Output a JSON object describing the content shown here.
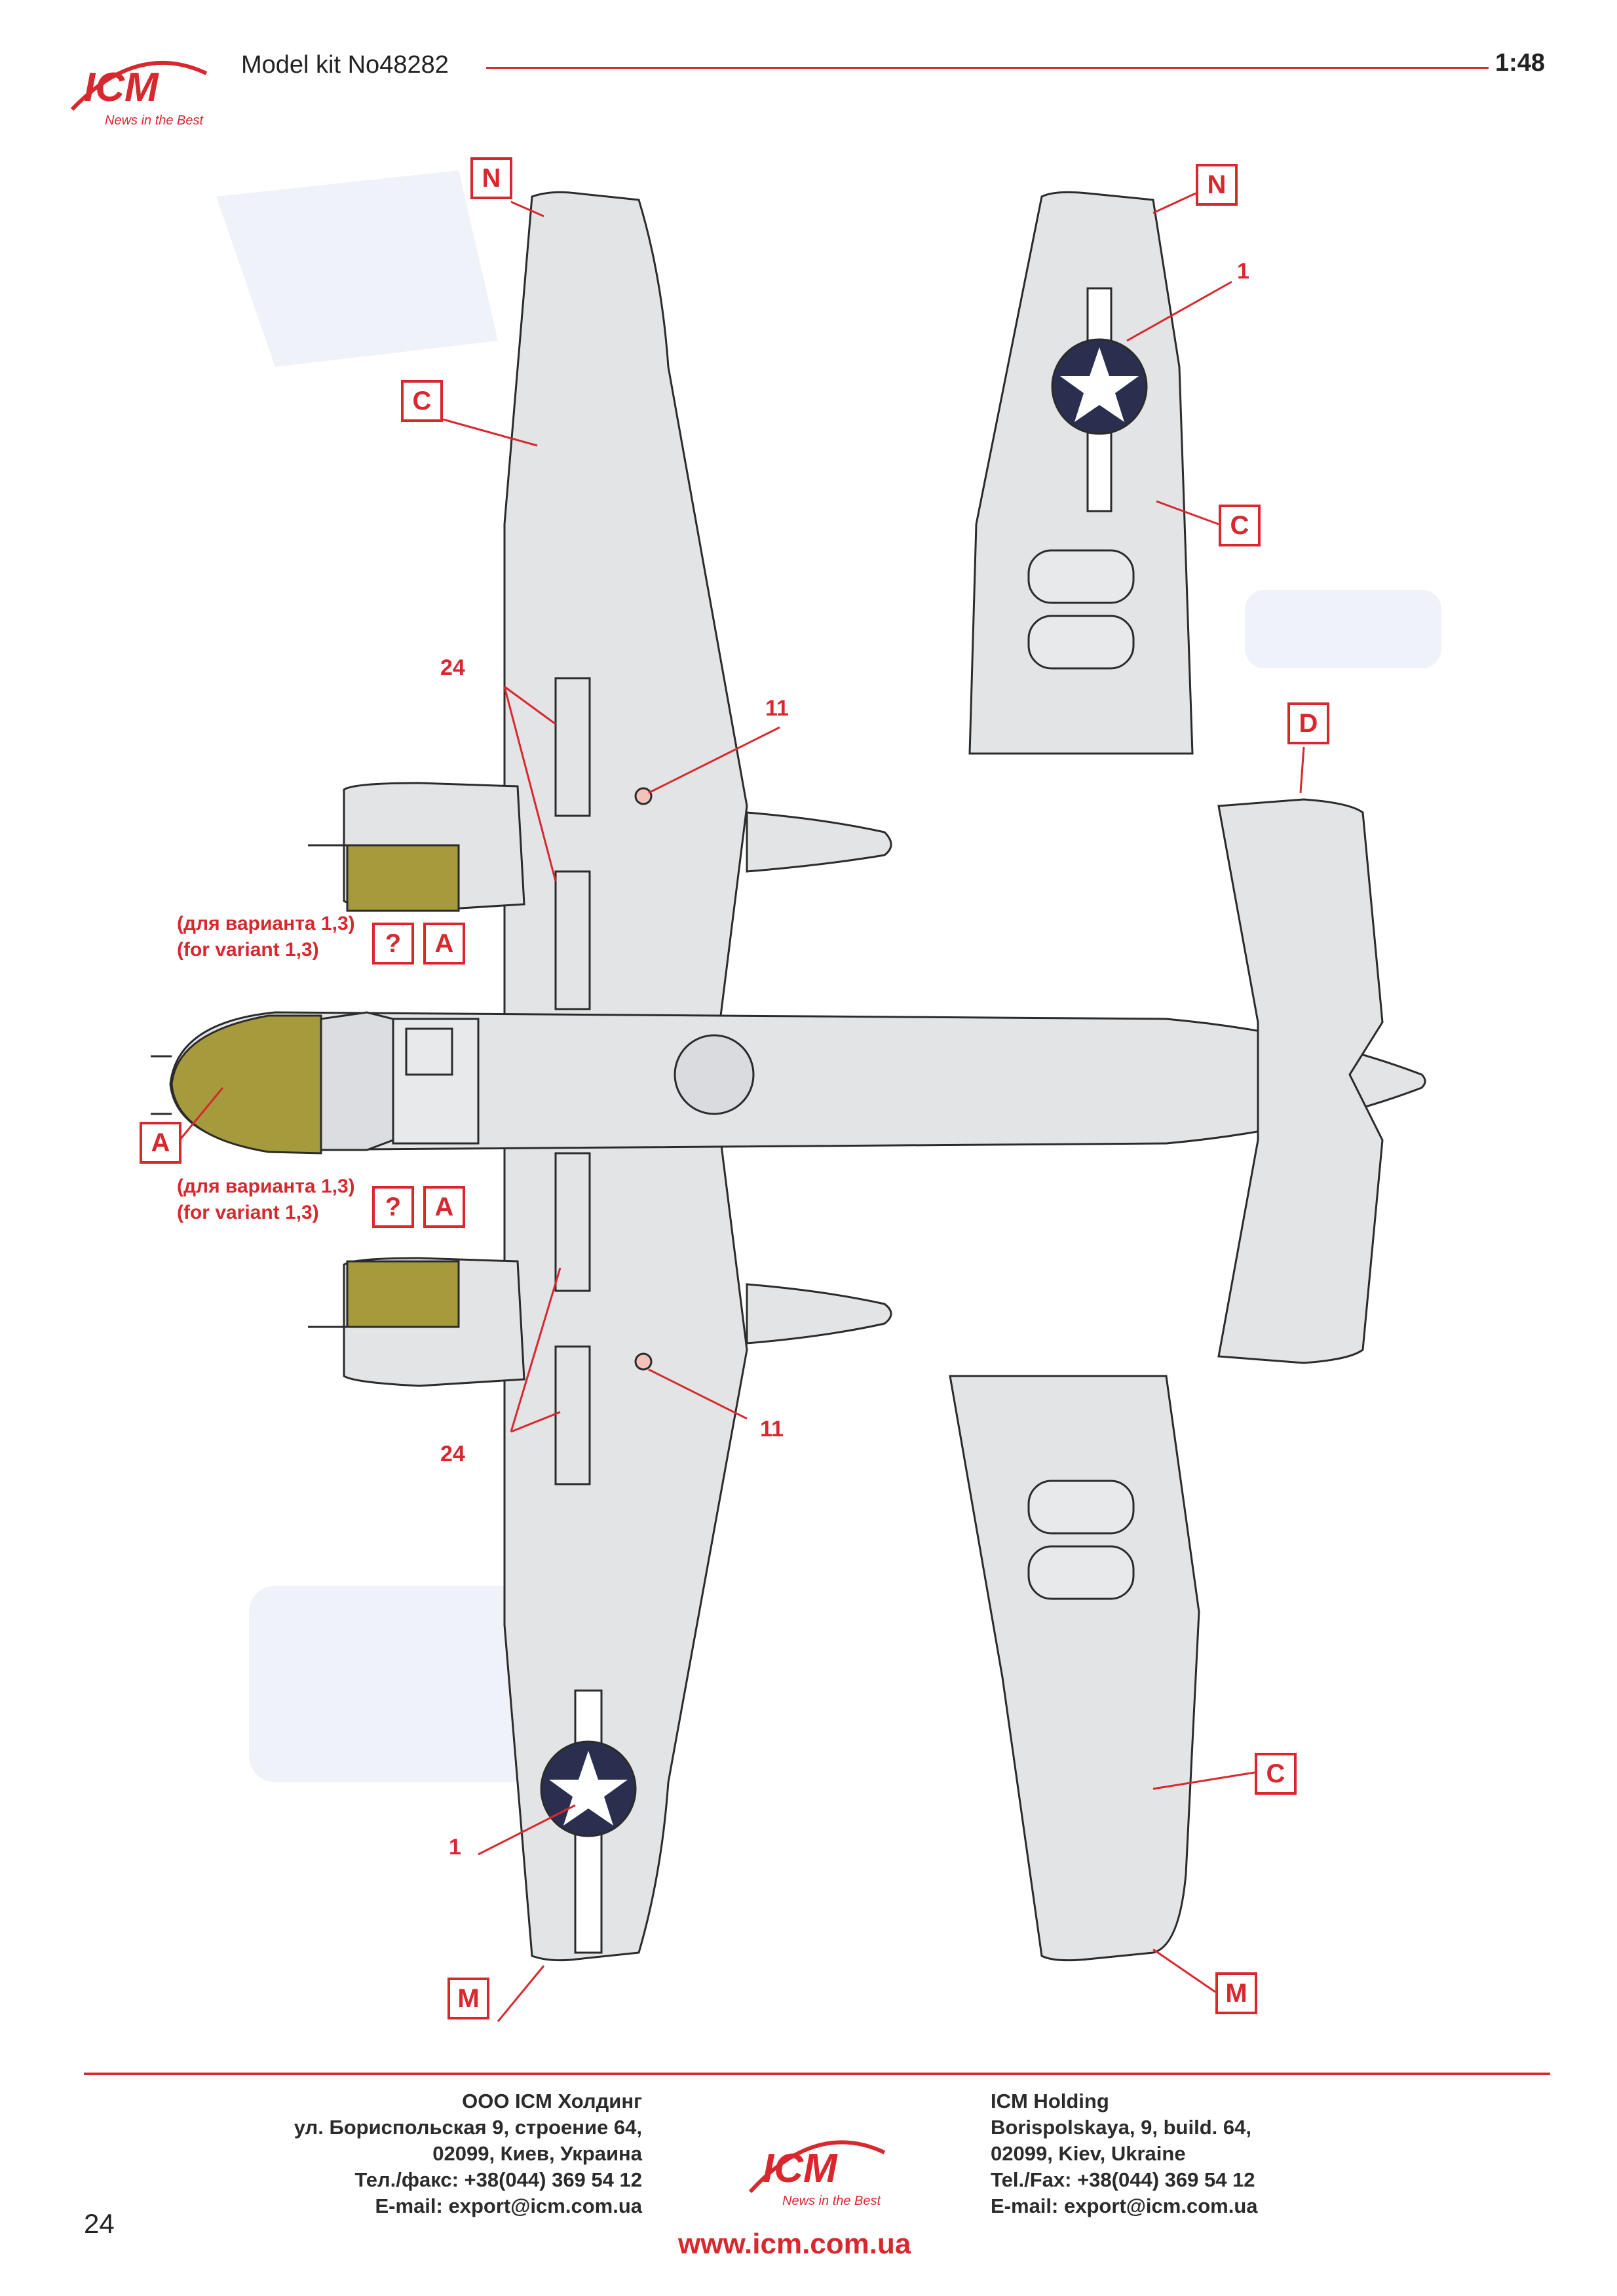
{
  "header": {
    "logo_text": "ICM",
    "logo_tagline": "News in the Best",
    "title": "Model kit No48282",
    "scale": "1:48"
  },
  "callouts": {
    "N": "N",
    "C": "C",
    "D": "D",
    "A": "A",
    "M": "M",
    "Q": "?"
  },
  "numbers": {
    "n1": "1",
    "n11": "11",
    "n24": "24"
  },
  "notes": {
    "ru": "(для варианта 1,3)",
    "en": "(for variant 1,3)"
  },
  "colors": {
    "accent_red": "#d8282e",
    "airframe_grey": "#e3e4e6",
    "olive_drab": "#a59a3c",
    "insignia_blue": "#2a2f4f"
  },
  "footer": {
    "ru": {
      "company": "ООО ICM Холдинг",
      "street": "ул. Бориспольская 9, строение 64,",
      "city": "02099, Киев, Украина",
      "phone": "Тел./факс: +38(044) 369 54 12",
      "email": "E-mail: export@icm.com.ua"
    },
    "en": {
      "company": "ICM Holding",
      "street": "Borispolskaya, 9, build. 64,",
      "city": "02099, Kiev, Ukraine",
      "phone": "Tel./Fax: +38(044) 369 54 12",
      "email": "E-mail: export@icm.com.ua"
    },
    "url": "www.icm.com.ua",
    "page_number": "24"
  }
}
